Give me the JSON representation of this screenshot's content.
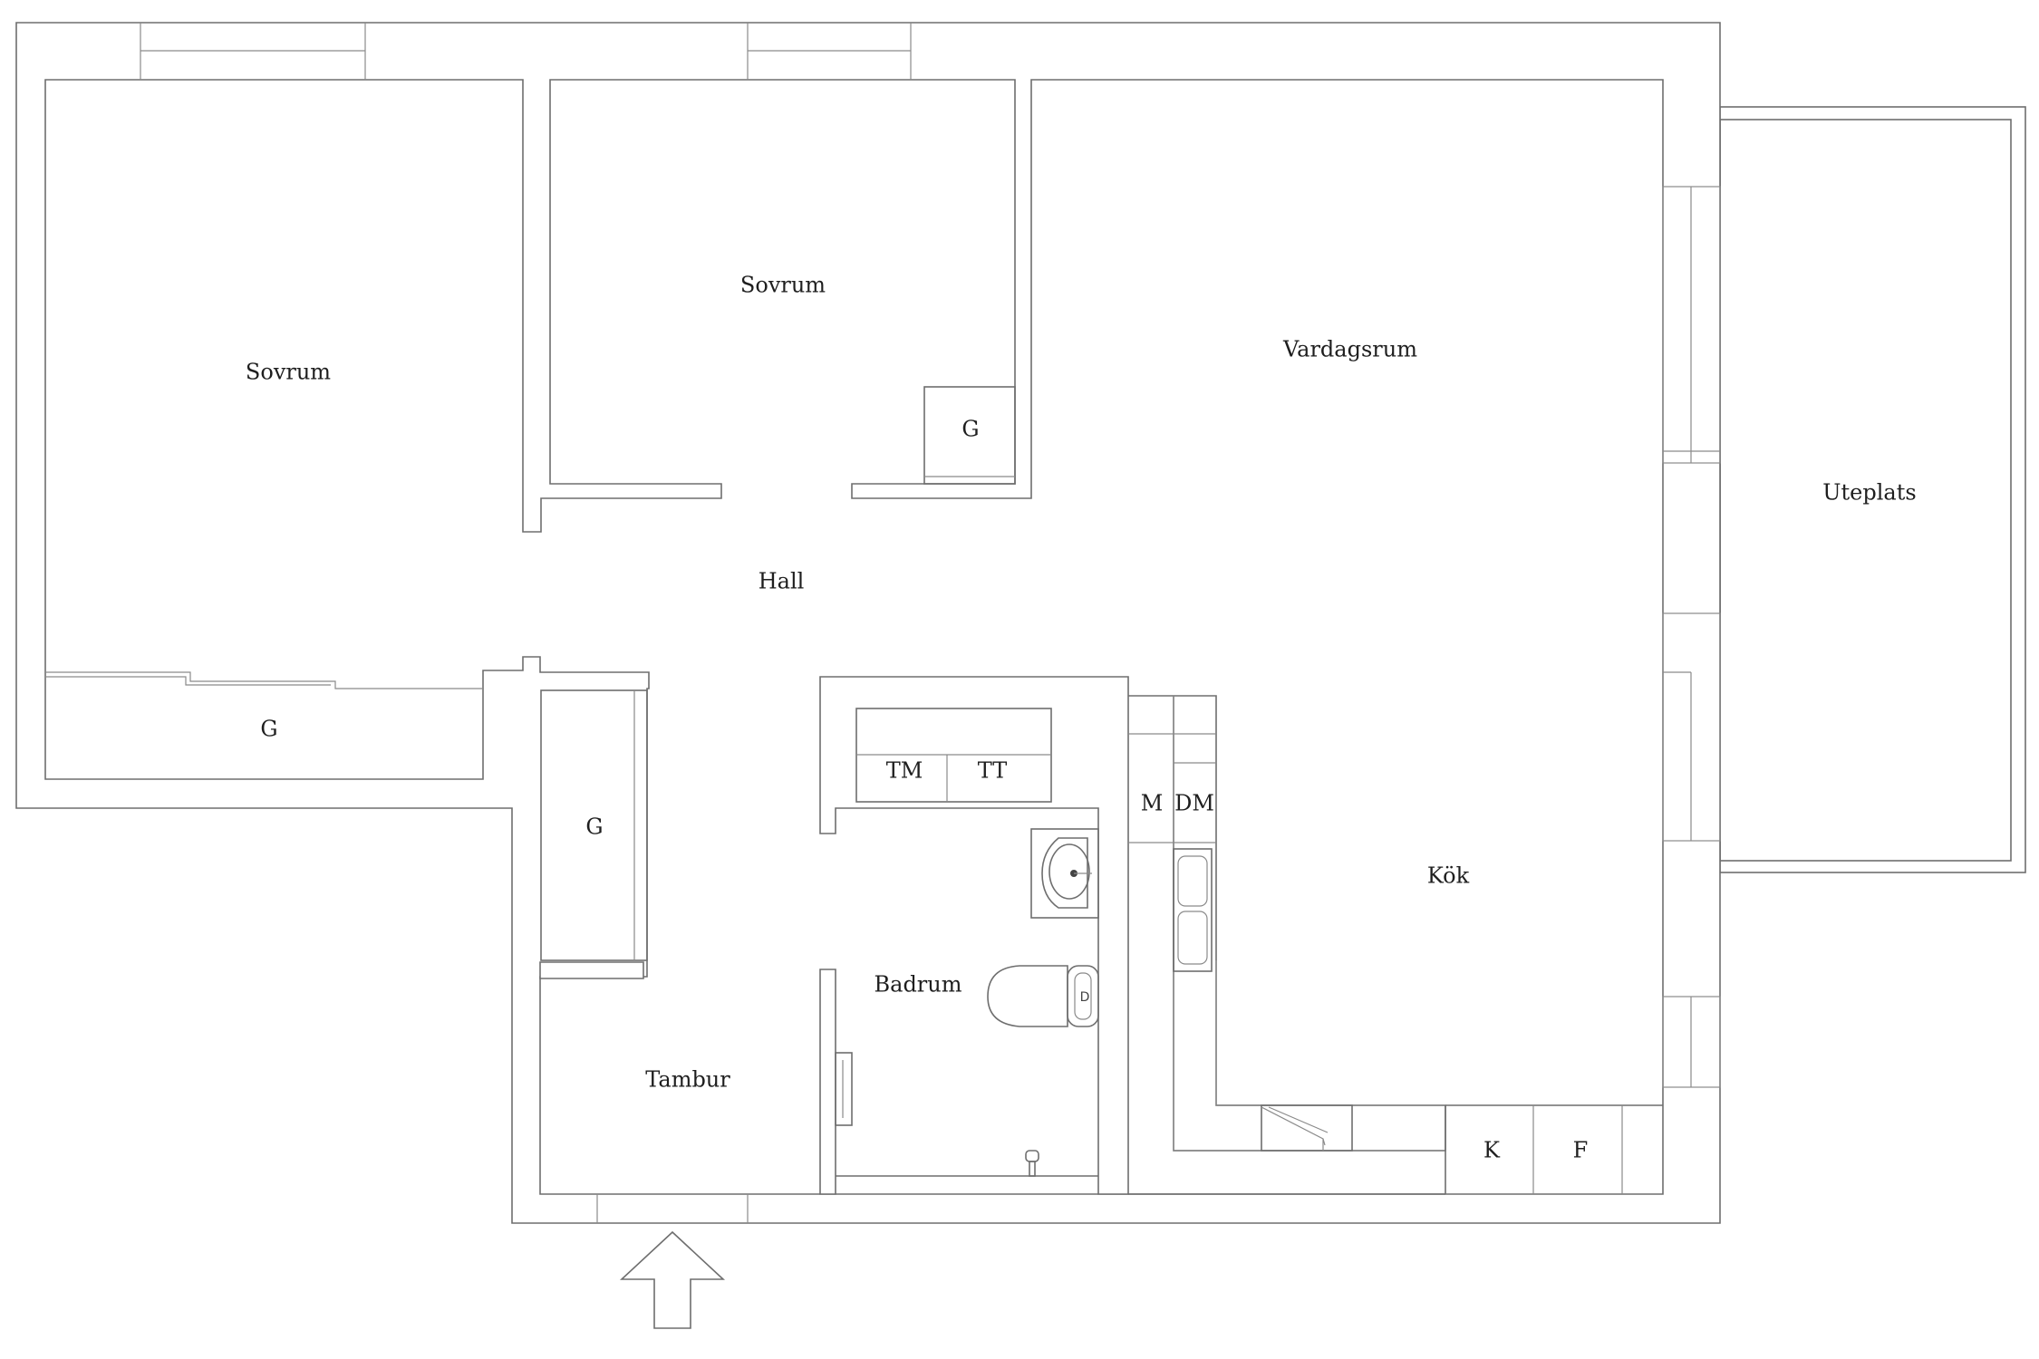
{
  "rooms": {
    "bedroom_left": "Sovrum",
    "bedroom_middle": "Sovrum",
    "living_room": "Vardagsrum",
    "terrace": "Uteplats",
    "hall": "Hall",
    "kitchen": "Kök",
    "bathroom": "Badrum",
    "vestibule": "Tambur"
  },
  "fixtures": {
    "wardrobe_bedroom_middle": "G",
    "wardrobe_bedroom_left": "G",
    "wardrobe_vestibule": "G",
    "washing_machine": "TM",
    "tumble_dryer": "TT",
    "microwave": "M",
    "dishwasher": "DM",
    "fridge": "K",
    "freezer": "F"
  },
  "icons": {
    "entrance": "entrance-arrow-icon",
    "sink": "washbasin-icon",
    "toilet": "toilet-icon",
    "kitchen_sink": "kitchen-sink-icon",
    "stove": "stove-icon"
  }
}
